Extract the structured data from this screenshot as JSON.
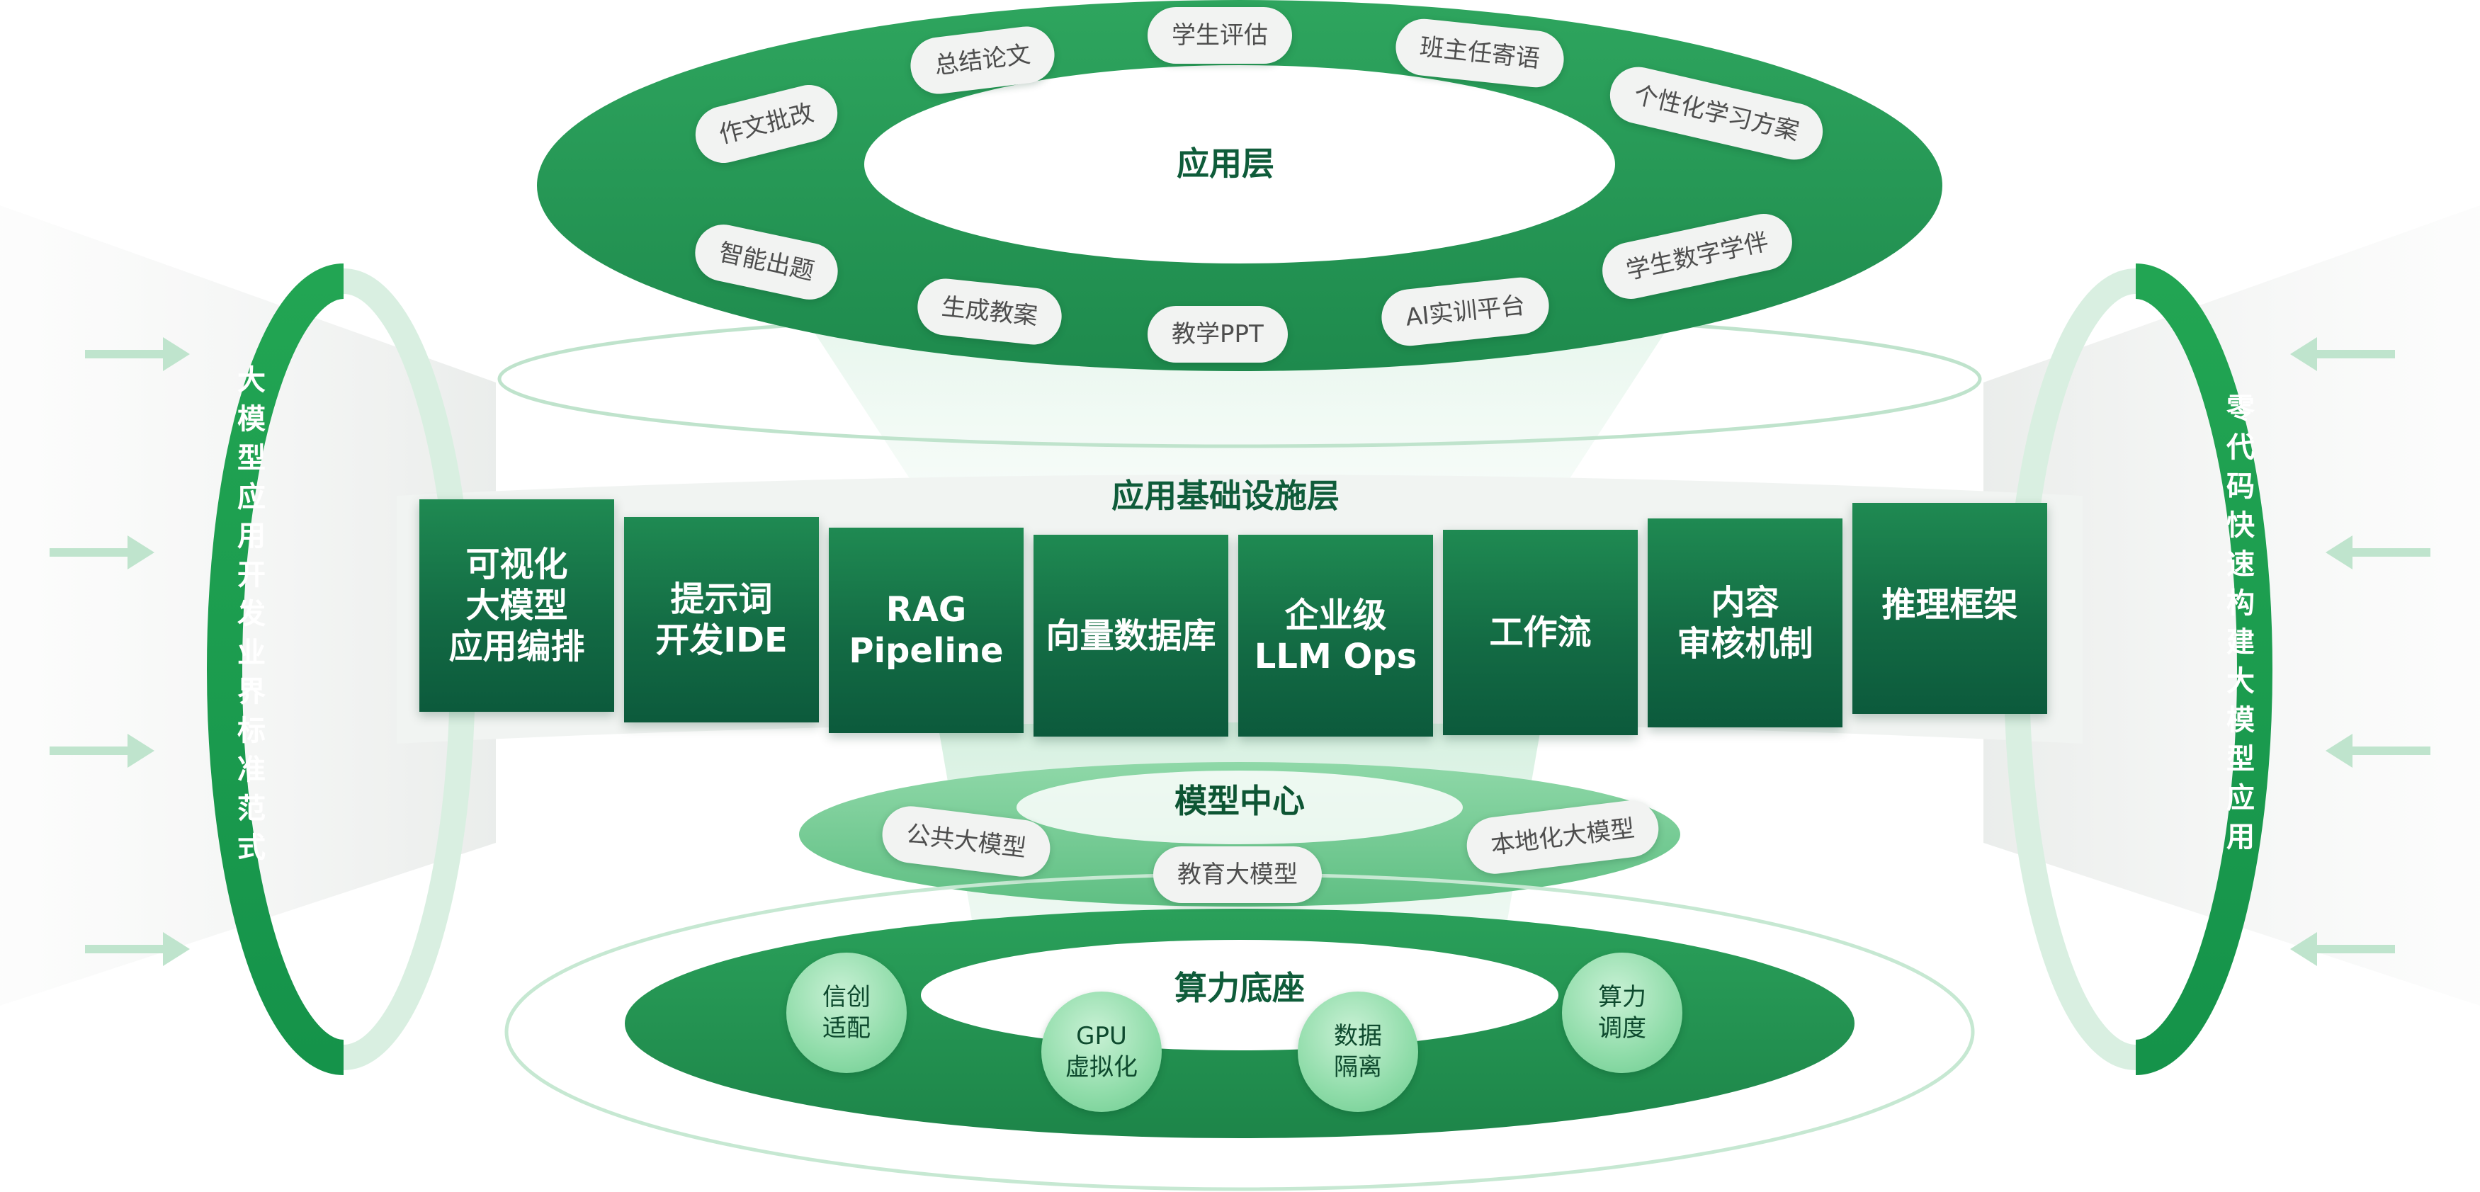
{
  "colors": {
    "green_dark": "#1e8a4d",
    "green_mid": "#2aa05a",
    "green_light": "#7fd39c",
    "text_dark": "#0f5c3a"
  },
  "application_layer": {
    "title": "应用层",
    "items": [
      "作文批改",
      "总结论文",
      "学生评估",
      "班主任寄语",
      "个性化学习方案",
      "智能出题",
      "生成教案",
      "教学PPT",
      "AI实训平台",
      "学生数字学伴"
    ]
  },
  "infrastructure_layer": {
    "title": "应用基础设施层",
    "panels": [
      {
        "lines": [
          "可视化",
          "大模型",
          "应用编排"
        ]
      },
      {
        "lines": [
          "提示词",
          "开发IDE"
        ]
      },
      {
        "lines": [
          "RAG",
          "Pipeline"
        ]
      },
      {
        "lines": [
          "向量数据库"
        ]
      },
      {
        "lines": [
          "企业级",
          "LLM Ops"
        ]
      },
      {
        "lines": [
          "工作流"
        ]
      },
      {
        "lines": [
          "内容",
          "审核机制"
        ]
      },
      {
        "lines": [
          "推理框架"
        ]
      }
    ]
  },
  "model_center": {
    "title": "模型中心",
    "items": [
      "公共大模型",
      "教育大模型",
      "本地化大模型"
    ]
  },
  "compute_base": {
    "title": "算力底座",
    "items": [
      {
        "lines": [
          "信创",
          "适配"
        ]
      },
      {
        "lines": [
          "GPU",
          "虚拟化"
        ]
      },
      {
        "lines": [
          "数据",
          "隔离"
        ]
      },
      {
        "lines": [
          "算力",
          "调度"
        ]
      }
    ]
  },
  "left_ring": {
    "text": "大模型应用开发业界标准范式"
  },
  "right_ring": {
    "text": "零代码快速构建大模型应用"
  },
  "icons": [
    "arrow-right-icon",
    "arrow-left-icon"
  ]
}
